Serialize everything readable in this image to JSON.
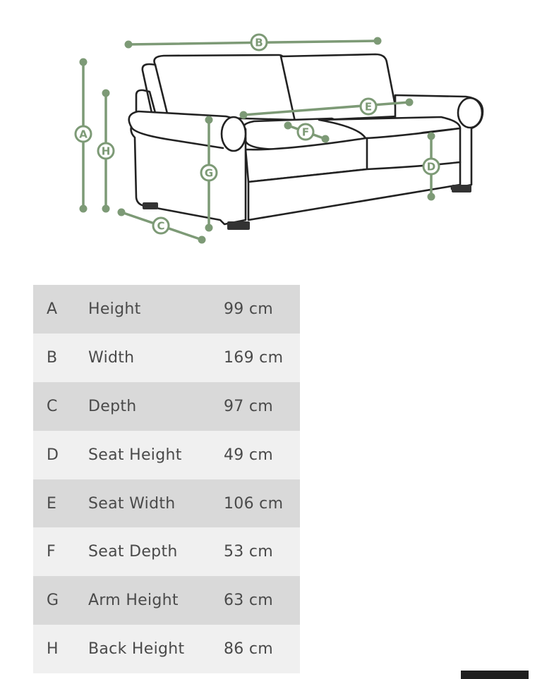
{
  "diagram": {
    "accent_color": "#7d9a76",
    "labels": [
      "A",
      "B",
      "C",
      "D",
      "E",
      "F",
      "G",
      "H"
    ]
  },
  "dimensions": [
    {
      "key": "A",
      "label": "Height",
      "value": "99 cm"
    },
    {
      "key": "B",
      "label": "Width",
      "value": "169 cm"
    },
    {
      "key": "C",
      "label": "Depth",
      "value": "97 cm"
    },
    {
      "key": "D",
      "label": "Seat Height",
      "value": "49 cm"
    },
    {
      "key": "E",
      "label": "Seat Width",
      "value": "106 cm"
    },
    {
      "key": "F",
      "label": "Seat Depth",
      "value": "53 cm"
    },
    {
      "key": "G",
      "label": "Arm Height",
      "value": "63 cm"
    },
    {
      "key": "H",
      "label": "Back Height",
      "value": "86 cm"
    }
  ],
  "colors": {
    "row_dark": "#d9d9d9",
    "row_light": "#f0f0f0",
    "text": "#4a4a4a"
  }
}
